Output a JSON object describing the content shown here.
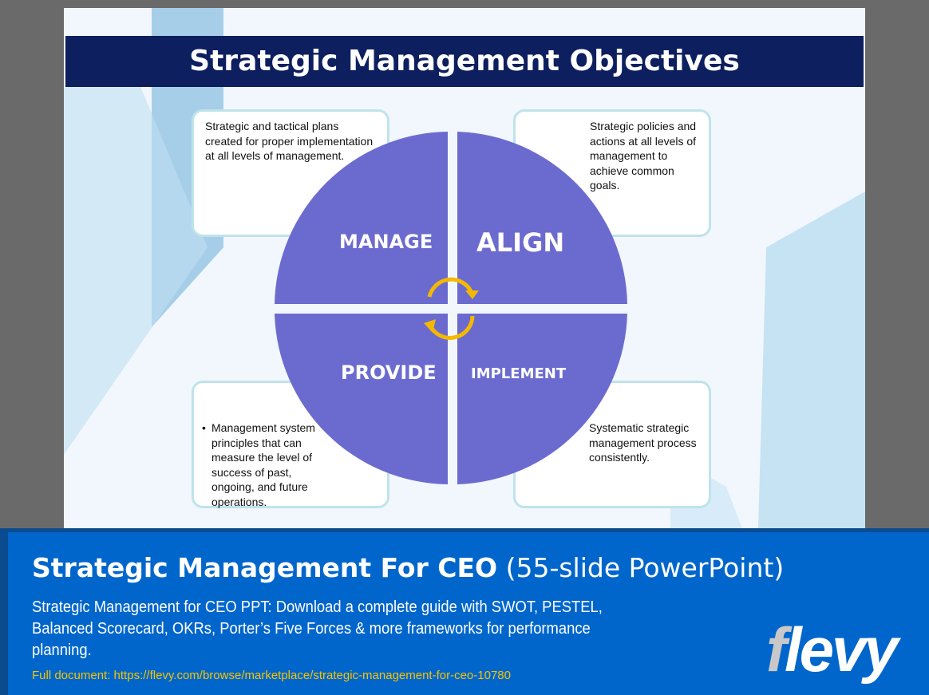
{
  "slide": {
    "title": "Strategic Management Objectives",
    "quadrants": [
      {
        "label": "MANAGE",
        "description": "Strategic and tactical plans created for proper implementation at all levels of management."
      },
      {
        "label": "ALIGN",
        "description": "Strategic policies and actions at all levels of management to achieve common goals."
      },
      {
        "label": "PROVIDE",
        "description": "Management system principles that can measure the level of success of past, ongoing, and future operations."
      },
      {
        "label": "IMPLEMENT",
        "description": "Systematic strategic management process consistently."
      }
    ],
    "colors": {
      "quadrant": "#6b6bcf",
      "title_bar": "#0d1f5e",
      "arrows": "#f5b800"
    }
  },
  "banner": {
    "title_bold": "Strategic Management For CEO",
    "title_light": "(55-slide PowerPoint)",
    "description": "Strategic Management for CEO PPT: Download a complete guide with SWOT, PESTEL, Balanced Scorecard, OKRs, Porter’s Five Forces & more frameworks for performance planning.",
    "link": "Full document: https://flevy.com/browse/marketplace/strategic-management-for-ceo-10780",
    "logo": "flevy",
    "color": "#0066cc"
  }
}
